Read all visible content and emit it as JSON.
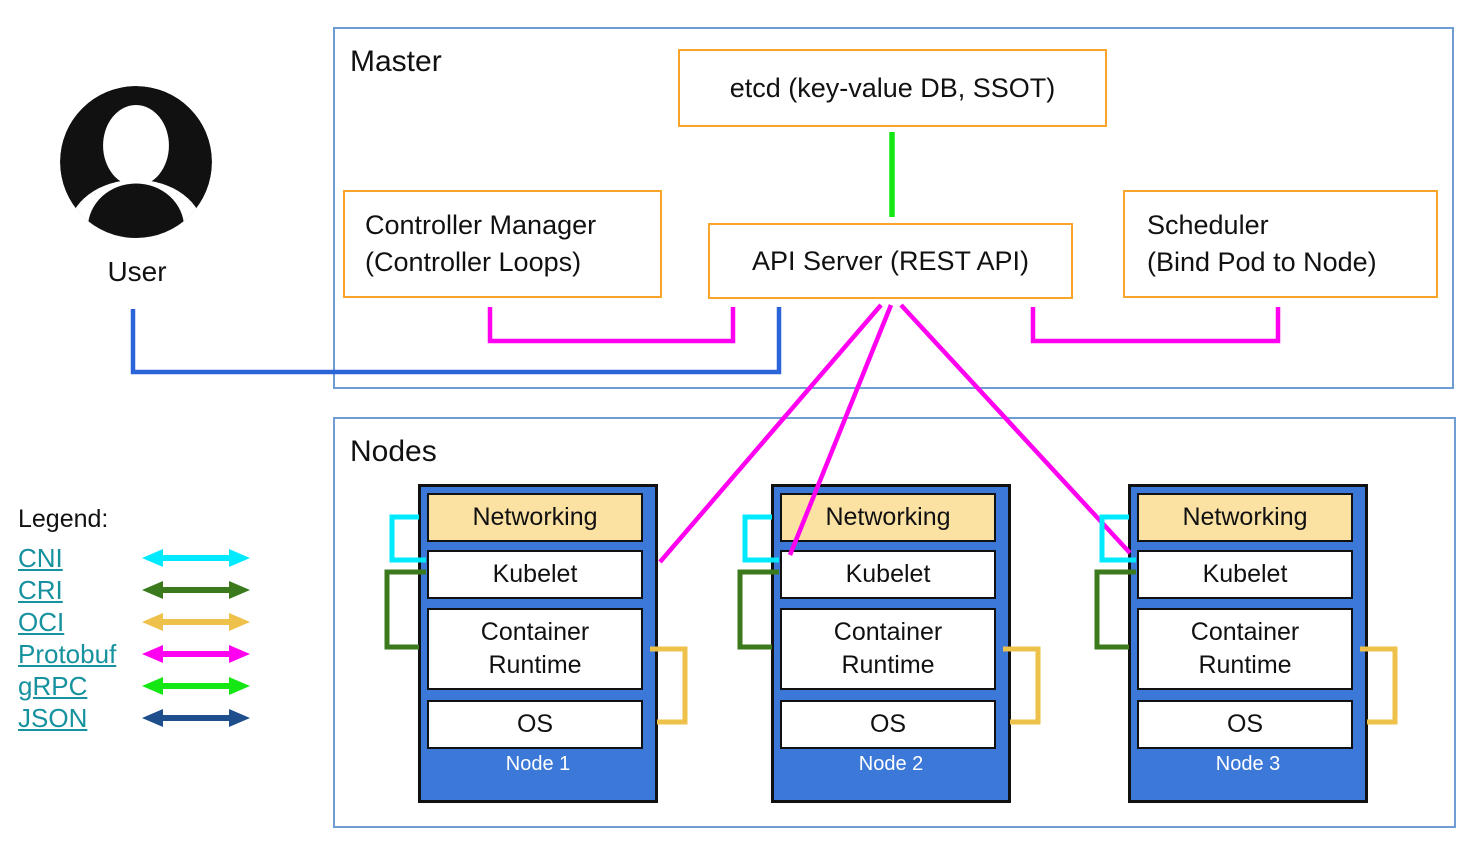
{
  "user": {
    "label": "User"
  },
  "master": {
    "title": "Master",
    "etcd_label": "etcd (key-value DB, SSOT)",
    "api_server_label": "API Server (REST API)",
    "controller_manager": {
      "line1": "Controller Manager",
      "line2": "(Controller Loops)"
    },
    "scheduler": {
      "line1": "Scheduler",
      "line2": "(Bind Pod to Node)"
    }
  },
  "nodes_section": {
    "title": "Nodes",
    "components": {
      "networking": "Networking",
      "kubelet": "Kubelet",
      "container_runtime": "Container Runtime",
      "os": "OS"
    },
    "nodes": [
      {
        "label": "Node 1"
      },
      {
        "label": "Node 2"
      },
      {
        "label": "Node 3"
      }
    ]
  },
  "legend": {
    "title": "Legend:",
    "items": [
      {
        "label": "CNI",
        "color": "#00eaff"
      },
      {
        "label": "CRI",
        "color": "#3a7a1d"
      },
      {
        "label": "OCI",
        "color": "#edc14a"
      },
      {
        "label": "Protobuf",
        "color": "#ff00f0"
      },
      {
        "label": "gRPC",
        "color": "#15e715"
      },
      {
        "label": "JSON",
        "color": "#1f4e8c"
      }
    ]
  },
  "colors": {
    "section_border": "#6e9cd3",
    "component_border": "#f9a42a",
    "node_fill": "#3c78d8",
    "networking_fill": "#fbe2a2",
    "user_arrow_blue": "#2b63d9"
  }
}
